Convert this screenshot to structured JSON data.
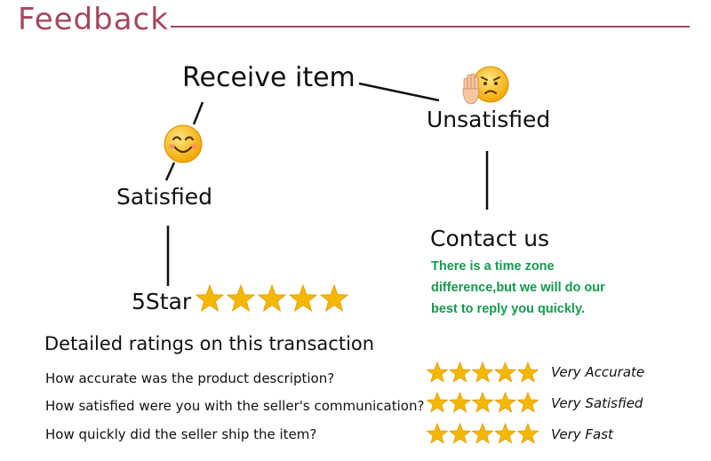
{
  "header": {
    "title": "Feedback",
    "accent_color": "#a5475c"
  },
  "flow": {
    "receive_label": "Receive item",
    "unsatisfied_label": "Unsatisfied",
    "satisfied_label": "Satisfied",
    "contact_label": "Contact us",
    "contact_note": "There is a time zone difference,but we will do our best to reply you quickly.",
    "note_color": "#139a4c",
    "satisfied_icon": "smiling-face-icon",
    "unsatisfied_icon": "worried-face-hand-icon"
  },
  "overall": {
    "label": "5Star",
    "stars": 5,
    "star_color": "#f5b800"
  },
  "details": {
    "title": "Detailed ratings on this transaction",
    "rows": [
      {
        "question": "How accurate was the product description?",
        "stars": 5,
        "rating": "Very Accurate"
      },
      {
        "question": "How satisfied were you with the seller's communication?",
        "stars": 5,
        "rating": "Very Satisfied"
      },
      {
        "question": "How quickly did the seller ship the item?",
        "stars": 5,
        "rating": "Very Fast"
      }
    ]
  }
}
